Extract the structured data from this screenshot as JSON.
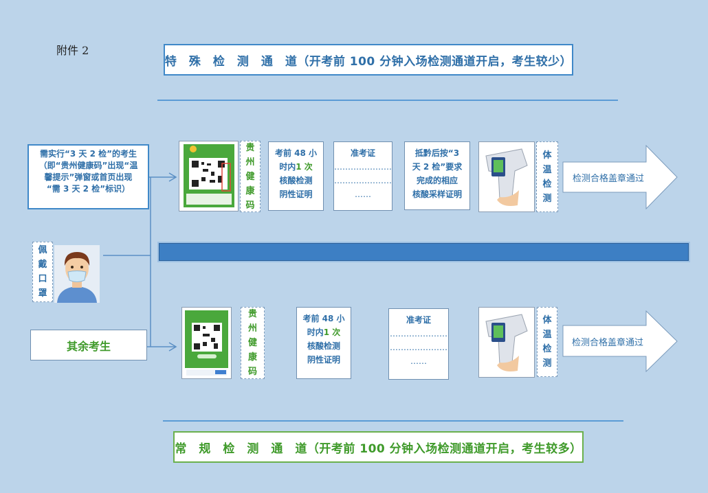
{
  "attachment": "附件 2",
  "special_channel": {
    "title": "特　殊　检　测　通　道（开考前 100 分钟入场检测通道开启，考生较少）",
    "requirement_lines": [
      "需实行“3 天 2 检”的考生",
      "（即“贵州健康码”出现“温",
      "馨提示”弹窗或首页出现",
      "“需 3 天 2 检”标识）"
    ],
    "health_code": [
      "贵",
      "州",
      "健",
      "康",
      "码"
    ],
    "nucleic_test": {
      "line1": "考前 48 小",
      "line2a": "时内",
      "line2b": "1 次",
      "line3": "核酸检测",
      "line4": "阴性证明"
    },
    "admission": {
      "title": "准考证",
      "dots1": "…………………",
      "dots2": "…………………",
      "dots3": "……"
    },
    "three_day": [
      "抵黔后按“3",
      "天 2 检”要求",
      "完成的相应",
      "核酸采样证明"
    ],
    "temperature": [
      "体",
      "温",
      "检",
      "测"
    ],
    "pass": "检测合格盖章通过"
  },
  "mask_label": [
    "佩",
    "戴",
    "口",
    "罩"
  ],
  "other_students": "其余考生",
  "regular_channel": {
    "title": "常　规　检　测　通　道（开考前 100 分钟入场检测通道开启，考生较多）",
    "health_code": [
      "贵",
      "州",
      "健",
      "康",
      "码"
    ],
    "nucleic_test": {
      "line1": "考前 48 小",
      "line2a": "时内",
      "line2b": "1 次",
      "line3": "核酸检测",
      "line4": "阴性证明"
    },
    "admission": {
      "title": "准考证",
      "dots1": "…………………",
      "dots2": "…………………",
      "dots3": "……"
    },
    "temperature": [
      "体",
      "温",
      "检",
      "测"
    ],
    "pass": "检测合格盖章通过"
  },
  "colors": {
    "background": "#bcd4ea",
    "blue": "#2f6fa8",
    "green": "#3f9a2a",
    "band": "#3d7fc4"
  }
}
